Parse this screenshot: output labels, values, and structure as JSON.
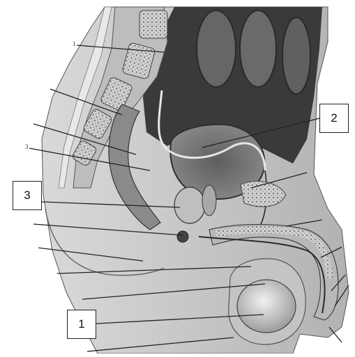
{
  "labels": {
    "box_1": "1",
    "box_2": "2",
    "box_3": "3",
    "stray_mark_top": "1",
    "stray_mark_left": "3"
  },
  "colors": {
    "skin": "#c9c9c9",
    "dark_cavity": "#3a3a3a",
    "bone": "#bdbdbd",
    "organ_mid": "#9a9a9a",
    "line": "#222222"
  }
}
